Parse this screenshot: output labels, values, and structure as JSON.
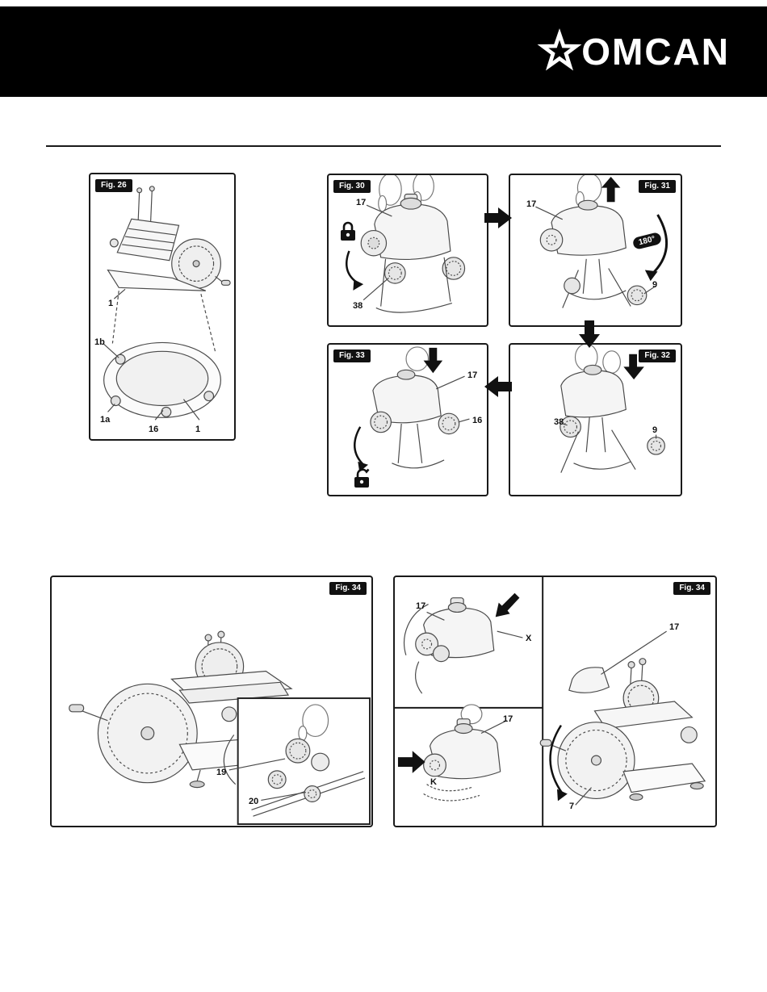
{
  "header": {
    "brand": "OMCAN"
  },
  "figures": {
    "fig26": {
      "label": "Fig. 26",
      "callouts": {
        "machine": "1",
        "foot_b": "1b",
        "foot_a": "1a",
        "foot_16": "16",
        "plate": "1"
      }
    },
    "fig30": {
      "label": "Fig. 30",
      "callouts": {
        "cover": "17",
        "knob": "38"
      }
    },
    "fig31": {
      "label": "Fig. 31",
      "callouts": {
        "cover": "17",
        "rotation": "180°",
        "knob": "9"
      }
    },
    "fig32": {
      "label": "Fig. 32",
      "callouts": {
        "knob_left": "38",
        "knob_right": "9"
      }
    },
    "fig33": {
      "label": "Fig. 33",
      "callouts": {
        "cover": "17",
        "knob": "16"
      }
    },
    "fig34_left": {
      "label": "Fig. 34",
      "callouts": {
        "gear": "19",
        "rod": "20"
      }
    },
    "fig34_right": {
      "label": "Fig. 34",
      "callouts": {
        "cover_top": "17",
        "point_x": "X",
        "cover_bottom": "17",
        "point_k": "K",
        "cover_right": "17",
        "wheel": "7"
      }
    }
  }
}
